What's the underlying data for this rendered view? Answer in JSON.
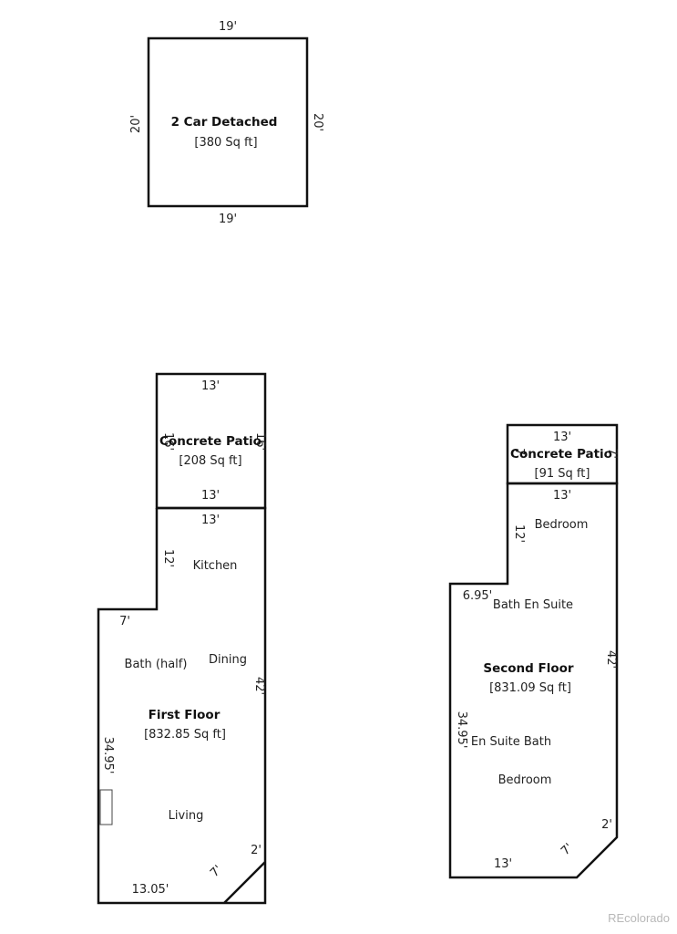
{
  "garage": {
    "name": "2 Car Detached",
    "area": "[380 Sq ft]",
    "dim_top": "19'",
    "dim_bottom": "19'",
    "dim_left": "20'",
    "dim_right": "20'"
  },
  "first_floor": {
    "name": "First Floor",
    "area": "[832.85 Sq ft]",
    "patio": {
      "name": "Concrete Patio",
      "area": "[208 Sq ft]",
      "dim_top": "13'",
      "dim_bottom": "13'",
      "dim_left": "16'",
      "dim_right": "16'"
    },
    "rooms": [
      "Kitchen",
      "Bath (half)",
      "Dining",
      "Living"
    ],
    "dims": {
      "top": "13'",
      "kitchen_left": "12'",
      "step": "7'",
      "left": "34.95'",
      "right": "42'",
      "bottom": "13.05'",
      "corner_diag": "7'",
      "corner_side": "2'"
    }
  },
  "second_floor": {
    "name": "Second Floor",
    "area": "[831.09 Sq ft]",
    "patio": {
      "name": "Concrete Patio",
      "area": "[91 Sq ft]",
      "dim_top": "13'",
      "dim_bottom": "13'",
      "dim_left": "7'",
      "dim_right": "7'"
    },
    "rooms": [
      "Bedroom",
      "Bath En Suite",
      "En Suite Bath",
      "Bedroom"
    ],
    "dims": {
      "top": "13'",
      "upper_left": "12'",
      "step": "6.95'",
      "left": "34.95'",
      "right": "42'",
      "bottom": "13'",
      "corner_diag": "7'",
      "corner_side": "2'"
    }
  },
  "watermark": "REcolorado"
}
